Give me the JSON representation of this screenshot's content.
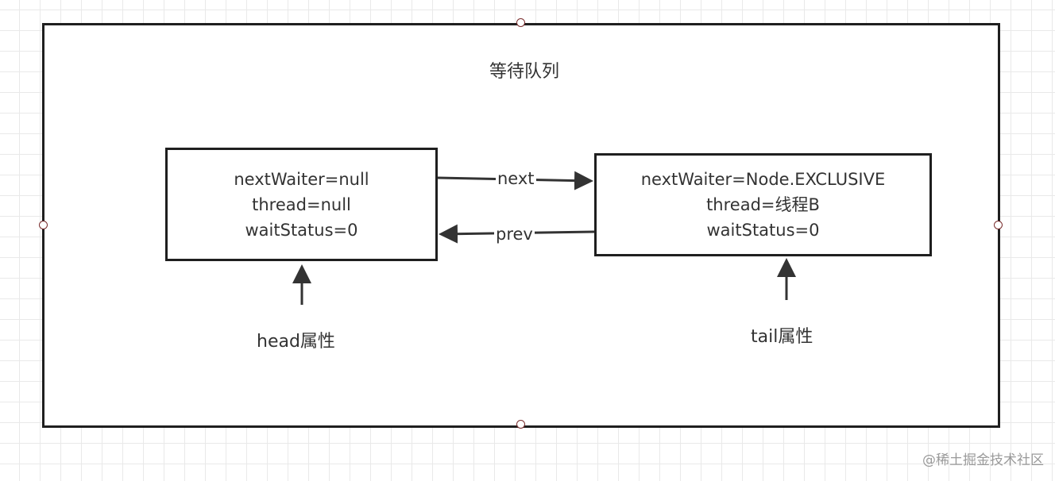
{
  "diagram": {
    "title": "等待队列",
    "nodes": [
      {
        "id": "head_node",
        "lines": [
          "nextWaiter=null",
          "thread=null",
          "waitStatus=0"
        ]
      },
      {
        "id": "tail_node",
        "lines": [
          "nextWaiter=Node.EXCLUSIVE",
          "thread=线程B",
          "waitStatus=0"
        ]
      }
    ],
    "edges": [
      {
        "from": "head_node",
        "to": "tail_node",
        "label": "next"
      },
      {
        "from": "tail_node",
        "to": "head_node",
        "label": "prev"
      }
    ],
    "pointers": [
      {
        "target": "head_node",
        "label": "head属性"
      },
      {
        "target": "tail_node",
        "label": "tail属性"
      }
    ]
  },
  "watermark": "@稀土掘金技术社区"
}
